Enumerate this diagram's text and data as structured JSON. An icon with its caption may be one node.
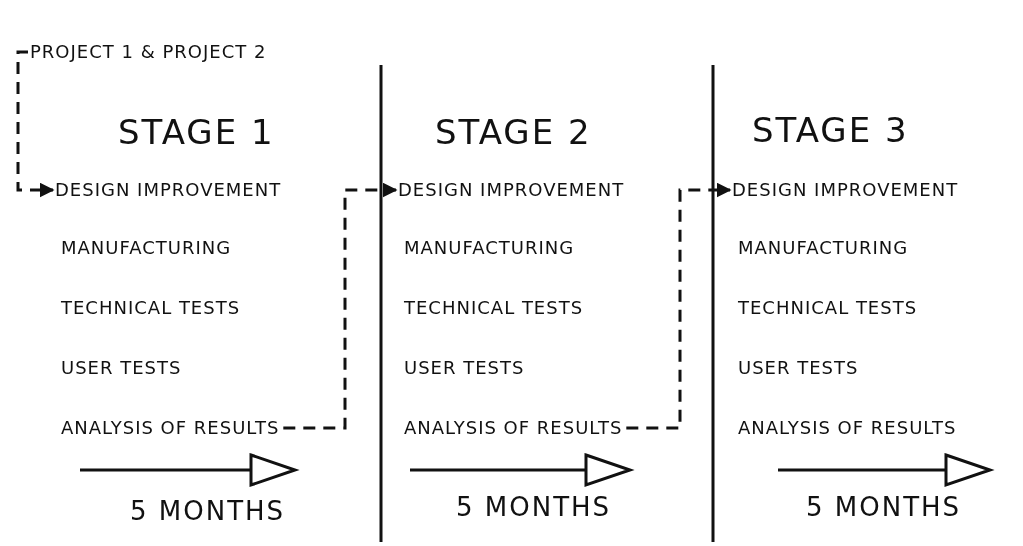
{
  "diagram": {
    "nodes": [
      {
        "text": [
          "PROJECT 1 & PROJECT 2"
        ]
      },
      {
        "text": [
          "DESIGN IMPROVEMENT"
        ]
      },
      {
        "text": [
          "MANUFACTURING"
        ]
      },
      {
        "text": [
          "TECHNICAL TESTS"
        ]
      },
      {
        "text": [
          "USER TESTS"
        ]
      },
      {
        "text": [
          "ANALYSIS OF RESULTS"
        ]
      },
      {
        "text": [
          "DESIGN IMPROVEMENT"
        ]
      },
      {
        "text": [
          "MANUFACTURING"
        ]
      },
      {
        "text": [
          "TECHNICAL TESTS"
        ]
      },
      {
        "text": [
          "USER TESTS"
        ]
      },
      {
        "text": [
          "ANALYSIS OF RESULTS"
        ]
      },
      {
        "text": [
          "DESIGN IMPROVEMENT"
        ]
      },
      {
        "text": [
          "MANUFACTURING"
        ]
      },
      {
        "text": [
          "TECHNICAL TESTS"
        ]
      },
      {
        "text": [
          "USER TESTS"
        ]
      },
      {
        "text": [
          "ANALYSIS OF RESULTS"
        ]
      }
    ],
    "edges": [
      {
        "from": 0,
        "to": 1,
        "arrow": "to",
        "style": "dashed"
      },
      {
        "from": 5,
        "to": 6,
        "arrow": "to",
        "style": "dashed"
      },
      {
        "from": 10,
        "to": 11,
        "arrow": "to",
        "style": "dashed"
      }
    ],
    "labels": [
      "STAGE 1",
      "STAGE 2",
      "STAGE 3",
      "5 MONTHS",
      "5 MONTHS",
      "5 MONTHS"
    ]
  }
}
